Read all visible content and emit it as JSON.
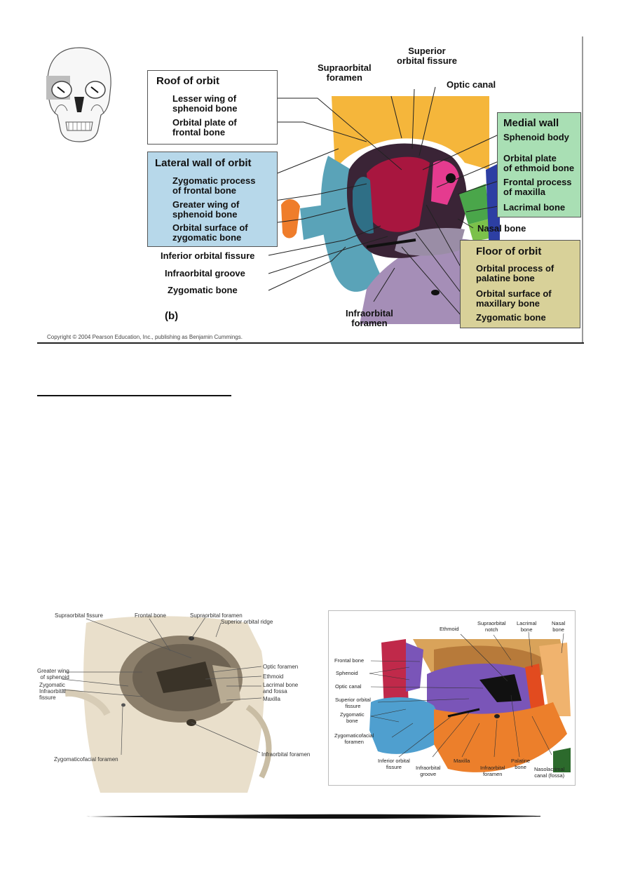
{
  "figure_top": {
    "panel_letter": "(b)",
    "copyright": "Copyright © 2004 Pearson Education, Inc., publishing as Benjamin Cummings.",
    "roof": {
      "title": "Roof of orbit",
      "items": [
        "Lesser wing of\nsphenoid bone",
        "Orbital plate of\nfrontal bone"
      ]
    },
    "lateral": {
      "title": "Lateral wall of orbit",
      "items": [
        "Zygomatic process\nof frontal bone",
        "Greater wing of\nsphenoid bone",
        "Orbital surface of\nzygomatic bone"
      ]
    },
    "left_labels": [
      "Inferior orbital fissure",
      "Infraorbital groove",
      "Zygomatic bone"
    ],
    "top_labels": [
      "Supraorbital\nforamen",
      "Superior\norbital fissure",
      "Optic canal"
    ],
    "bottom_label": "Infraorbital\nforamen",
    "nasal": "Nasal bone",
    "medial": {
      "title": "Medial wall",
      "items": [
        "Sphenoid body",
        "Orbital plate\nof ethmoid bone",
        "Frontal process\nof maxilla",
        "Lacrimal bone"
      ]
    },
    "floor": {
      "title": "Floor of orbit",
      "items": [
        "Orbital process of\npalatine bone",
        "Orbital surface of\nmaxillary bone",
        "Zygomatic bone"
      ]
    }
  },
  "figure_left": {
    "labels": {
      "supraorbital_fissure": "Supraorbital fissure",
      "frontal_bone": "Frontal bone",
      "supraorbital_foramen": "Supraorbital foramen",
      "superior_orbital_ridge": "Superior orbital ridge",
      "greater_wing": "Greater wing\nof sphenoid",
      "zygomatic": "Zygomatic",
      "infraorbital_fissure": "Infraorbital\nfissure",
      "optic_foramen": "Optic foramen",
      "ethmoid": "Ethmoid",
      "lacrimal": "Lacrimal bone\nand fossa",
      "maxilla": "Maxilla",
      "zygomaticofacial": "Zygomaticofacial foramen",
      "infraorbital_foramen": "Infraorbital foramen"
    }
  },
  "figure_right": {
    "labels": {
      "ethmoid": "Ethmoid",
      "supraorbital_notch": "Supraorbital\nnotch",
      "lacrimal_bone": "Lacrimal\nbone",
      "nasal_bone": "Nasal\nbone",
      "frontal_bone": "Frontal bone",
      "sphenoid": "Sphenoid",
      "optic_canal": "Optic canal",
      "superior_orbital_fissure": "Superior orbital\nfissure",
      "zygomatic_bone": "Zygomatic\nbone",
      "zygomaticofacial_foramen": "Zygomaticofacial\nforamen",
      "inferior_orbital_fissure": "Inferior orbital\nfissure",
      "infraorbital_groove": "Infraorbital\ngroove",
      "maxilla": "Maxilla",
      "infraorbital_foramen": "Infraorbital\nforamen",
      "palatine_bone": "Palatine\nbone",
      "nasolacrimal_canal": "Nasolacrimal\ncanal (fossa)"
    }
  }
}
